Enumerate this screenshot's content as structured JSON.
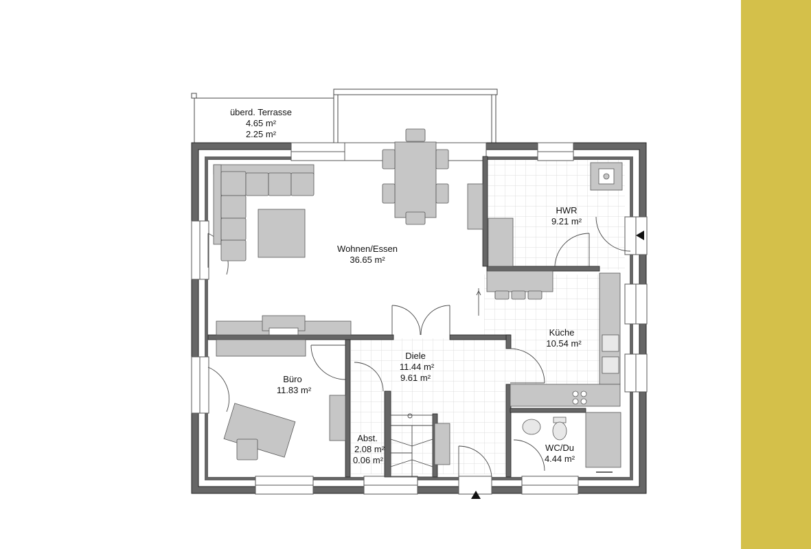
{
  "colors": {
    "accent_strip": "#d4c04a",
    "wall": "#666666",
    "wall_inner": "#ffffff",
    "furniture": "#c6c6c6",
    "furniture_stroke": "#555555",
    "tile_grid": "#dcdcdc",
    "line": "#333333"
  },
  "rooms": {
    "terrace": {
      "name": "überd. Terrasse",
      "area1": "4.65 m²",
      "area2": "2.25 m²"
    },
    "living": {
      "name": "Wohnen/Essen",
      "area1": "36.65 m²"
    },
    "hwr": {
      "name": "HWR",
      "area1": "9.21 m²"
    },
    "kitchen": {
      "name": "Küche",
      "area1": "10.54 m²"
    },
    "hall": {
      "name": "Diele",
      "area1": "11.44 m²",
      "area2": "9.61 m²"
    },
    "office": {
      "name": "Büro",
      "area1": "11.83 m²"
    },
    "storage": {
      "name": "Abst.",
      "area1": "2.08 m²",
      "area2": "0.06 m²"
    },
    "wc": {
      "name": "WC/Du",
      "area1": "4.44 m²"
    }
  },
  "icons": {
    "entrance_main": "triangle-up-icon",
    "entrance_side": "triangle-left-icon"
  }
}
